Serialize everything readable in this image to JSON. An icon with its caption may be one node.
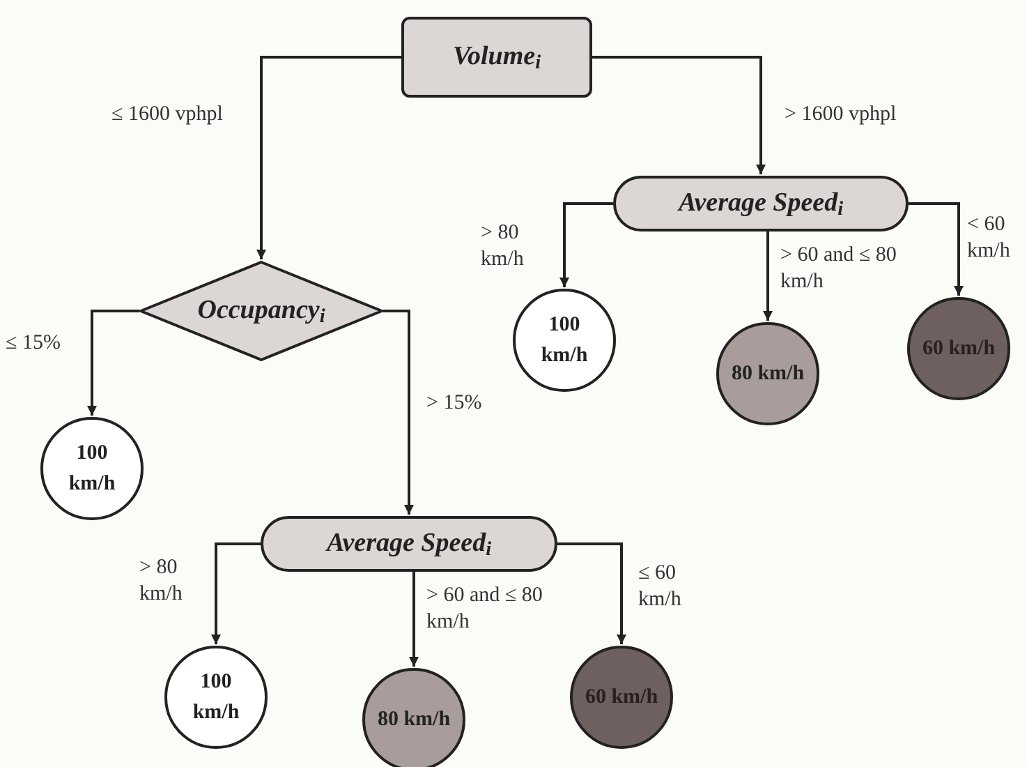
{
  "diagram": {
    "nodes": [
      {
        "text": [
          "Volume$_{i}$"
        ]
      },
      {
        "text": [
          "Average Speed$_{i}$"
        ]
      },
      {
        "text": [
          "Occupancy$_{i}$"
        ]
      },
      {
        "text": [
          "100 km/h"
        ]
      },
      {
        "text": [
          "80 km/h"
        ]
      },
      {
        "text": [
          "60 km/h"
        ]
      },
      {
        "text": [
          "100 km/h"
        ]
      },
      {
        "text": [
          "Average Speed$_{i}$"
        ]
      },
      {
        "text": [
          "100 km/h"
        ]
      },
      {
        "text": [
          "80 km/h"
        ]
      },
      {
        "text": [
          "60 km/h"
        ]
      }
    ],
    "edges": [
      {
        "from": 0,
        "to": 2,
        "arrow": "to",
        "label": "≤ 1600 vphpl"
      },
      {
        "from": 0,
        "to": 1,
        "arrow": "to",
        "label": "> 1600 vphpl"
      },
      {
        "from": 1,
        "to": 3,
        "arrow": "to",
        "label": "> 80 km/h"
      },
      {
        "from": 1,
        "to": 4,
        "arrow": "to",
        "label": "> 60 and ≤ 80 km/h"
      },
      {
        "from": 1,
        "to": 5,
        "arrow": "to",
        "label": "< 60 km/h"
      },
      {
        "from": 2,
        "to": 6,
        "arrow": "to",
        "label": "≤ 15%"
      },
      {
        "from": 2,
        "to": 7,
        "arrow": "to",
        "label": "> 15%"
      },
      {
        "from": 7,
        "to": 8,
        "arrow": "to",
        "label": "> 80 km/h"
      },
      {
        "from": 7,
        "to": 9,
        "arrow": "to",
        "label": "> 60 and ≤ 80 km/h"
      },
      {
        "from": 7,
        "to": 10,
        "arrow": "to",
        "label": "≤ 60 km/h"
      }
    ]
  }
}
